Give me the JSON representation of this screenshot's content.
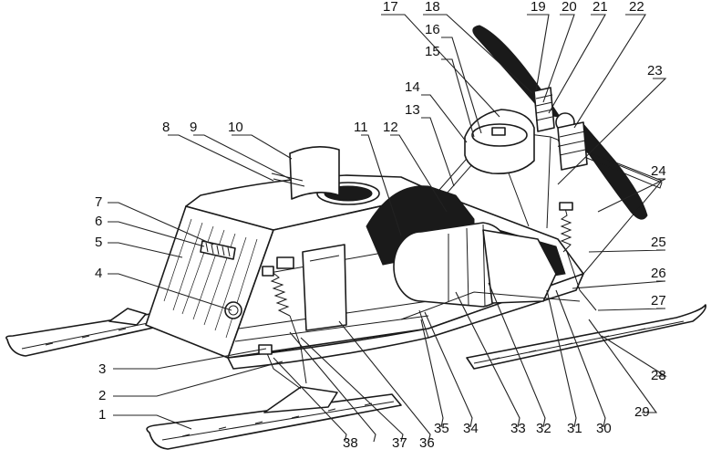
{
  "callouts": [
    {
      "id": "1",
      "text": "1"
    },
    {
      "id": "2",
      "text": "2"
    },
    {
      "id": "3",
      "text": "3"
    },
    {
      "id": "4",
      "text": "4"
    },
    {
      "id": "5",
      "text": "5"
    },
    {
      "id": "6",
      "text": "6"
    },
    {
      "id": "7",
      "text": "7"
    },
    {
      "id": "8",
      "text": "8"
    },
    {
      "id": "9",
      "text": "9"
    },
    {
      "id": "10",
      "text": "10"
    },
    {
      "id": "11",
      "text": "11"
    },
    {
      "id": "12",
      "text": "12"
    },
    {
      "id": "13",
      "text": "13"
    },
    {
      "id": "14",
      "text": "14"
    },
    {
      "id": "15",
      "text": "15"
    },
    {
      "id": "16",
      "text": "16"
    },
    {
      "id": "17",
      "text": "17"
    },
    {
      "id": "18",
      "text": "18"
    },
    {
      "id": "19",
      "text": "19"
    },
    {
      "id": "20",
      "text": "20"
    },
    {
      "id": "21",
      "text": "21"
    },
    {
      "id": "22",
      "text": "22"
    },
    {
      "id": "23",
      "text": "23"
    },
    {
      "id": "24",
      "text": "24"
    },
    {
      "id": "25",
      "text": "25"
    },
    {
      "id": "26",
      "text": "26"
    },
    {
      "id": "27",
      "text": "27"
    },
    {
      "id": "28",
      "text": "28"
    },
    {
      "id": "29",
      "text": "29"
    },
    {
      "id": "30",
      "text": "30"
    },
    {
      "id": "31",
      "text": "31"
    },
    {
      "id": "32",
      "text": "32"
    },
    {
      "id": "33",
      "text": "33"
    },
    {
      "id": "34",
      "text": "34"
    },
    {
      "id": "35",
      "text": "35"
    },
    {
      "id": "36",
      "text": "36"
    },
    {
      "id": "37",
      "text": "37"
    },
    {
      "id": "38",
      "text": "38"
    }
  ]
}
